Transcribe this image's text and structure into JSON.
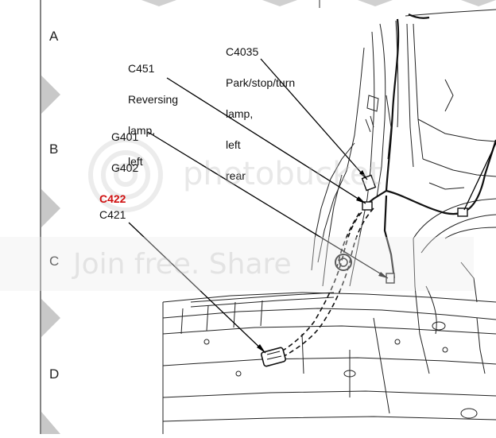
{
  "zones": [
    "A",
    "B",
    "C",
    "D"
  ],
  "callouts": {
    "c4035": [
      "C4035",
      "Park/stop/turn",
      "lamp,",
      "left",
      "rear"
    ],
    "c451": [
      "C451",
      "Reversing",
      "lamp,",
      "left"
    ],
    "g401": [
      "G401",
      "G402"
    ],
    "c422": "C422",
    "c421": "C421"
  },
  "watermark": {
    "brand": "photobucket",
    "tagline": "Join free. Share"
  },
  "colors": {
    "highlight": "#d01010",
    "line": "#000000"
  }
}
